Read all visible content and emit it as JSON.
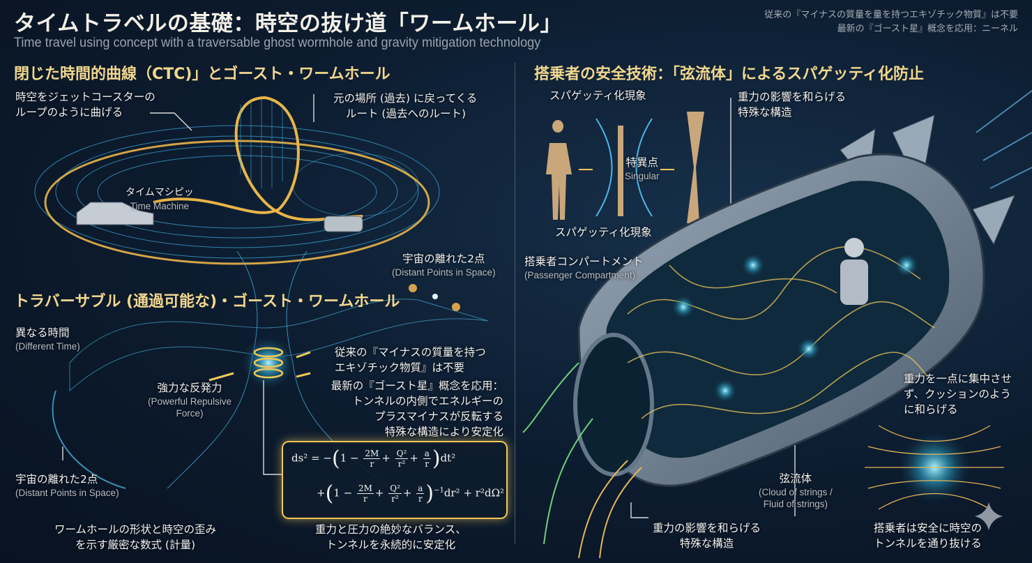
{
  "header": {
    "title": "タイムトラベルの基礎：時空の抜け道「ワームホール」",
    "subtitle": "Time travel using concept with a traversable ghost wormhole and gravity mitigation technology",
    "note_line1": "従来の『マイナスの質量を量を持つエキゾチック物質』は不要",
    "note_line2": "最新の『ゴースト星』概念を応用：ニーネル"
  },
  "left": {
    "heading_ctc": "閉じた時間的曲線（CTC)」とゴースト・ワームホール",
    "label_rollercoaster": [
      "時空をジェットコースターの",
      "ループのように曲げる"
    ],
    "label_route": [
      "元の場所 (過去) に戻ってくる",
      "ルート (過去へのルート)"
    ],
    "time_machine_jp": "タイムマシピッ",
    "time_machine_en": "Time Machine",
    "distant_top_jp": "宇宙の離れた2点",
    "distant_top_en": "(Distant Points in Space)",
    "heading_traversable": "トラバーサブル (通過可能な)・ゴースト・ワームホール",
    "different_time_jp": "異なる時間",
    "different_time_en": "(Different Time)",
    "repulsive_jp": "強力な反発力",
    "repulsive_en": [
      "(Powerful Repulsive",
      "Force)"
    ],
    "exotic_note": [
      "従来の『マイナスの質量を持つ",
      "エキゾチック物質』は不要"
    ],
    "ghost_star_note": [
      "最新の『ゴースト星』概念を応用：",
      "トンネルの内側でエネルギーの",
      "プラスマイナスが反転する",
      "特殊な構造により安定化"
    ],
    "distant_bottom_jp": "宇宙の離れた2点",
    "distant_bottom_en": "(Distant Points in Space)",
    "metric_caption": [
      "ワームホールの形状と時空の歪み",
      "を示す厳密な数式 (計量)"
    ],
    "balance_caption": [
      "重力と圧力の絶妙なバランス、",
      "トンネルを永続的に安定化"
    ],
    "equation": {
      "lhs": "ds² = −",
      "one": "1 −",
      "f1n": "2M",
      "f1d": "r",
      "plus": "+",
      "f2n": "Q²",
      "f2d": "r²",
      "f3n": "a",
      "f3d": "r",
      "dt": "dt²",
      "line2_plus": "+",
      "inv": "−1",
      "tail": "dr² + r²dΩ²"
    }
  },
  "right": {
    "heading": "搭乗者の安全技術：「弦流体」によるスパゲッティ化防止",
    "spaghetti_top": "スパゲッティ化現象",
    "singular_jp": "特異点",
    "singular_en": "Singular",
    "spaghetti_bottom": "スパゲッティ化現象",
    "special_structure_top": [
      "重力の影響を和らげる",
      "特殊な構造"
    ],
    "compartment_jp": "搭乗者コンパートメント",
    "compartment_en": "(Passenger Compartment)",
    "cushion_note": [
      "重力を一点に集中させ",
      "ず、クッションのよう",
      "に和らげる"
    ],
    "string_fluid_jp": "弦流体",
    "string_fluid_en": [
      "(Cloud of strings /",
      "Fluid of strings)"
    ],
    "special_structure_bottom": [
      "重力の影響を和らげる",
      "特殊な構造"
    ],
    "safe_pass": [
      "搭乗者は安全に時空の",
      "トンネルを通り抜ける"
    ]
  },
  "colors": {
    "accent_gold": "#f2d78d",
    "grid_blue": "#4fb6e6",
    "background": "#0c1b2e"
  }
}
